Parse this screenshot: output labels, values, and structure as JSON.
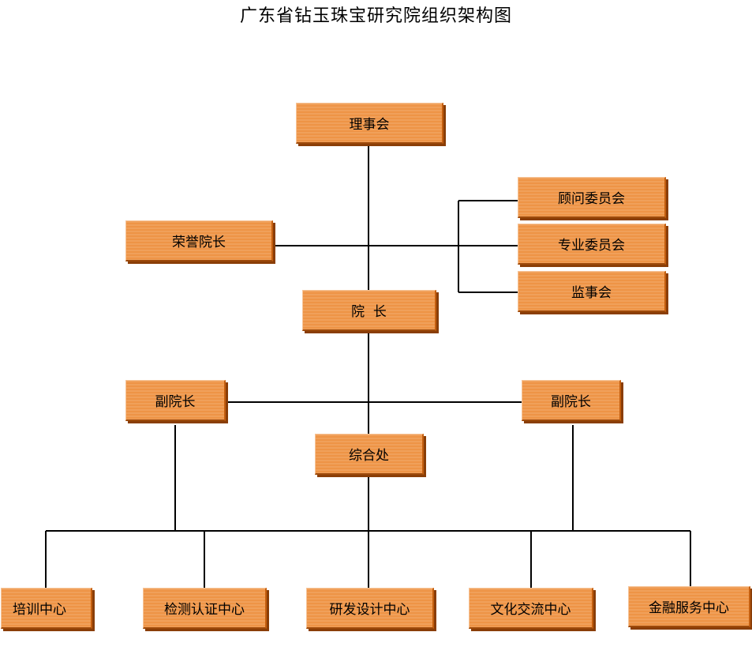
{
  "title": "广东省钻玉珠宝研究院组织架构图",
  "colors": {
    "box_fill": "#ee9446",
    "box_shadow": "#8a3e07",
    "line": "#000000"
  },
  "nodes": {
    "board": "理事会",
    "honorary_president": "荣誉院长",
    "advisory_committee": "顾问委员会",
    "expert_committee": "专业委员会",
    "supervisory_board": "监事会",
    "president": "院  长",
    "vice_president_left": "副院长",
    "vice_president_right": "副院长",
    "general_office": "综合处",
    "training_center": "培训中心",
    "testing_center": "检测认证中心",
    "design_center": "研发设计中心",
    "culture_center": "文化交流中心",
    "finance_center": "金融服务中心"
  }
}
